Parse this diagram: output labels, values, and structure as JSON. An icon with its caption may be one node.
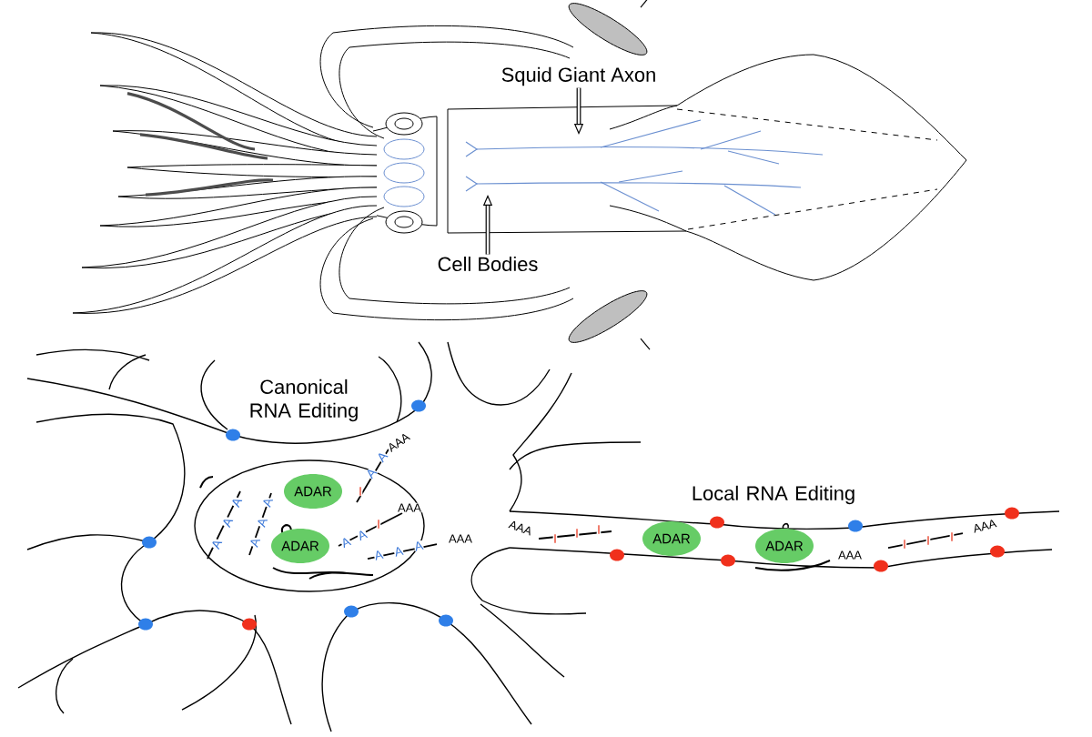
{
  "diagram": {
    "nodes": [
      {
        "text": [
          "Squid Giant Axon"
        ]
      },
      {
        "text": [
          "Cell Bodies"
        ]
      },
      {
        "text": [
          "ADAR"
        ]
      },
      {
        "text": [
          "ADAR"
        ]
      },
      {
        "text": [
          "ADAR"
        ]
      },
      {
        "text": [
          "ADAR"
        ]
      }
    ],
    "edges": [
      {
        "from": 0,
        "to": null,
        "arrow": "to"
      },
      {
        "from": 1,
        "to": null,
        "arrow": "to"
      }
    ],
    "labels": [
      "Canonical RNA Editing",
      "AAA",
      "AAA",
      "AAA",
      "AAA",
      "Local RNA Editing",
      "AAA",
      "AAA",
      "A",
      "A",
      "A",
      "A",
      "A",
      "A",
      "A",
      "A",
      "I",
      "A",
      "A",
      "I",
      "A",
      "A",
      "A",
      "I",
      "I",
      "I",
      "I",
      "I",
      "I"
    ]
  }
}
